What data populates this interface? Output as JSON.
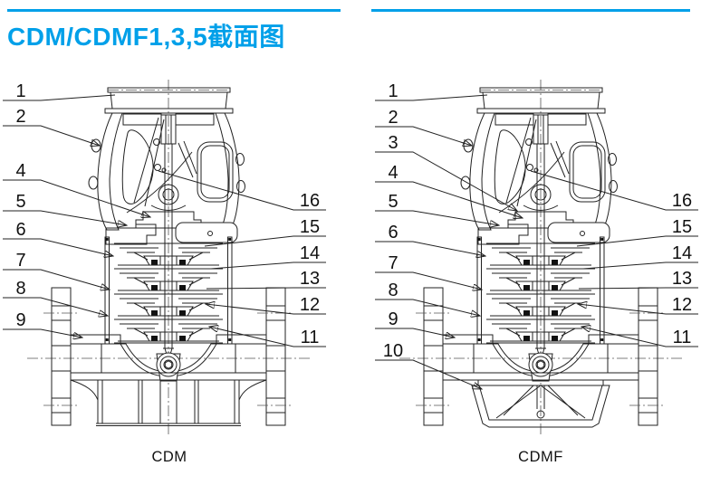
{
  "page": {
    "title": "CDM/CDMF1,3,5截面图",
    "accent_color": "#00a0e9",
    "background_color": "#ffffff",
    "line_color": "#222222"
  },
  "diagrams": [
    {
      "caption": "CDM",
      "callouts_left": [
        "1",
        "2",
        "4",
        "5",
        "6",
        "7",
        "8",
        "9"
      ],
      "callouts_right": [
        "16",
        "15",
        "14",
        "13",
        "12",
        "11"
      ]
    },
    {
      "caption": "CDMF",
      "callouts_left": [
        "1",
        "2",
        "3",
        "4",
        "5",
        "6",
        "7",
        "8",
        "9",
        "10"
      ],
      "callouts_right": [
        "16",
        "15",
        "14",
        "13",
        "12",
        "11"
      ]
    }
  ]
}
